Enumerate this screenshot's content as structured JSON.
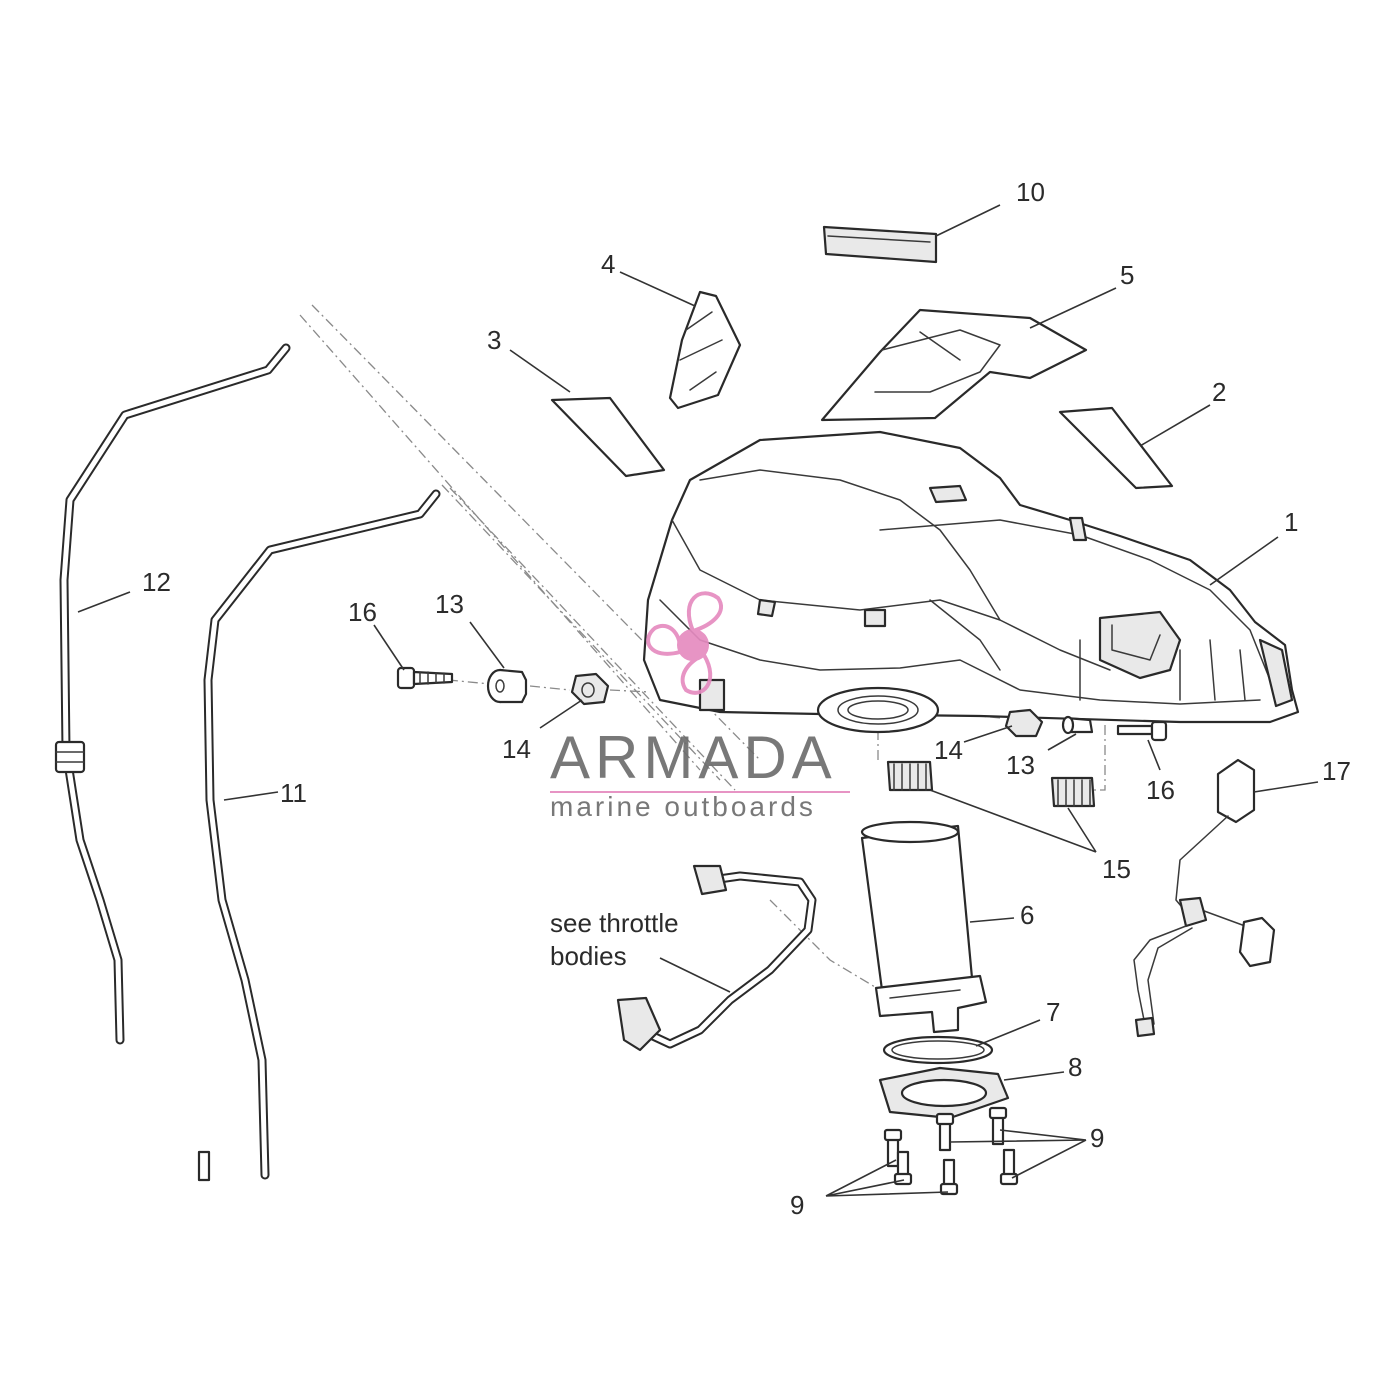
{
  "callouts": {
    "c1": "1",
    "c2": "2",
    "c3": "3",
    "c4": "4",
    "c5": "5",
    "c6": "6",
    "c7": "7",
    "c8": "8",
    "c9a": "9",
    "c9b": "9",
    "c10": "10",
    "c11": "11",
    "c12": "12",
    "c13a": "13",
    "c13b": "13",
    "c14a": "14",
    "c14b": "14",
    "c15": "15",
    "c16a": "16",
    "c16b": "16",
    "c17": "17"
  },
  "note": {
    "line1": "see throttle",
    "line2": "bodies"
  },
  "watermark": {
    "name": "ARMADA",
    "tagline": "marine outboards",
    "accent_color": "#e58bc0",
    "text_color": "#6d6d6d"
  }
}
